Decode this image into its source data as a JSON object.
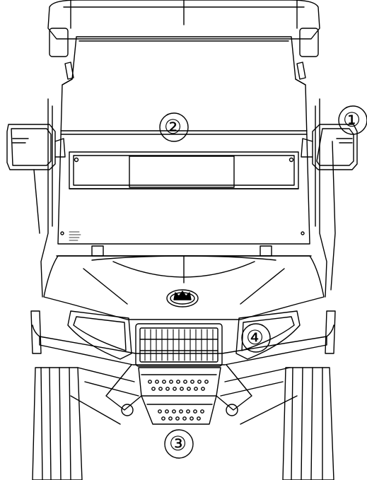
{
  "callouts": {
    "c1": "①",
    "c2": "②",
    "c3": "③",
    "c4": "④"
  },
  "colors": {
    "line": "#000000",
    "background": "#ffffff"
  },
  "icons": [
    "crown-emblem-icon"
  ]
}
